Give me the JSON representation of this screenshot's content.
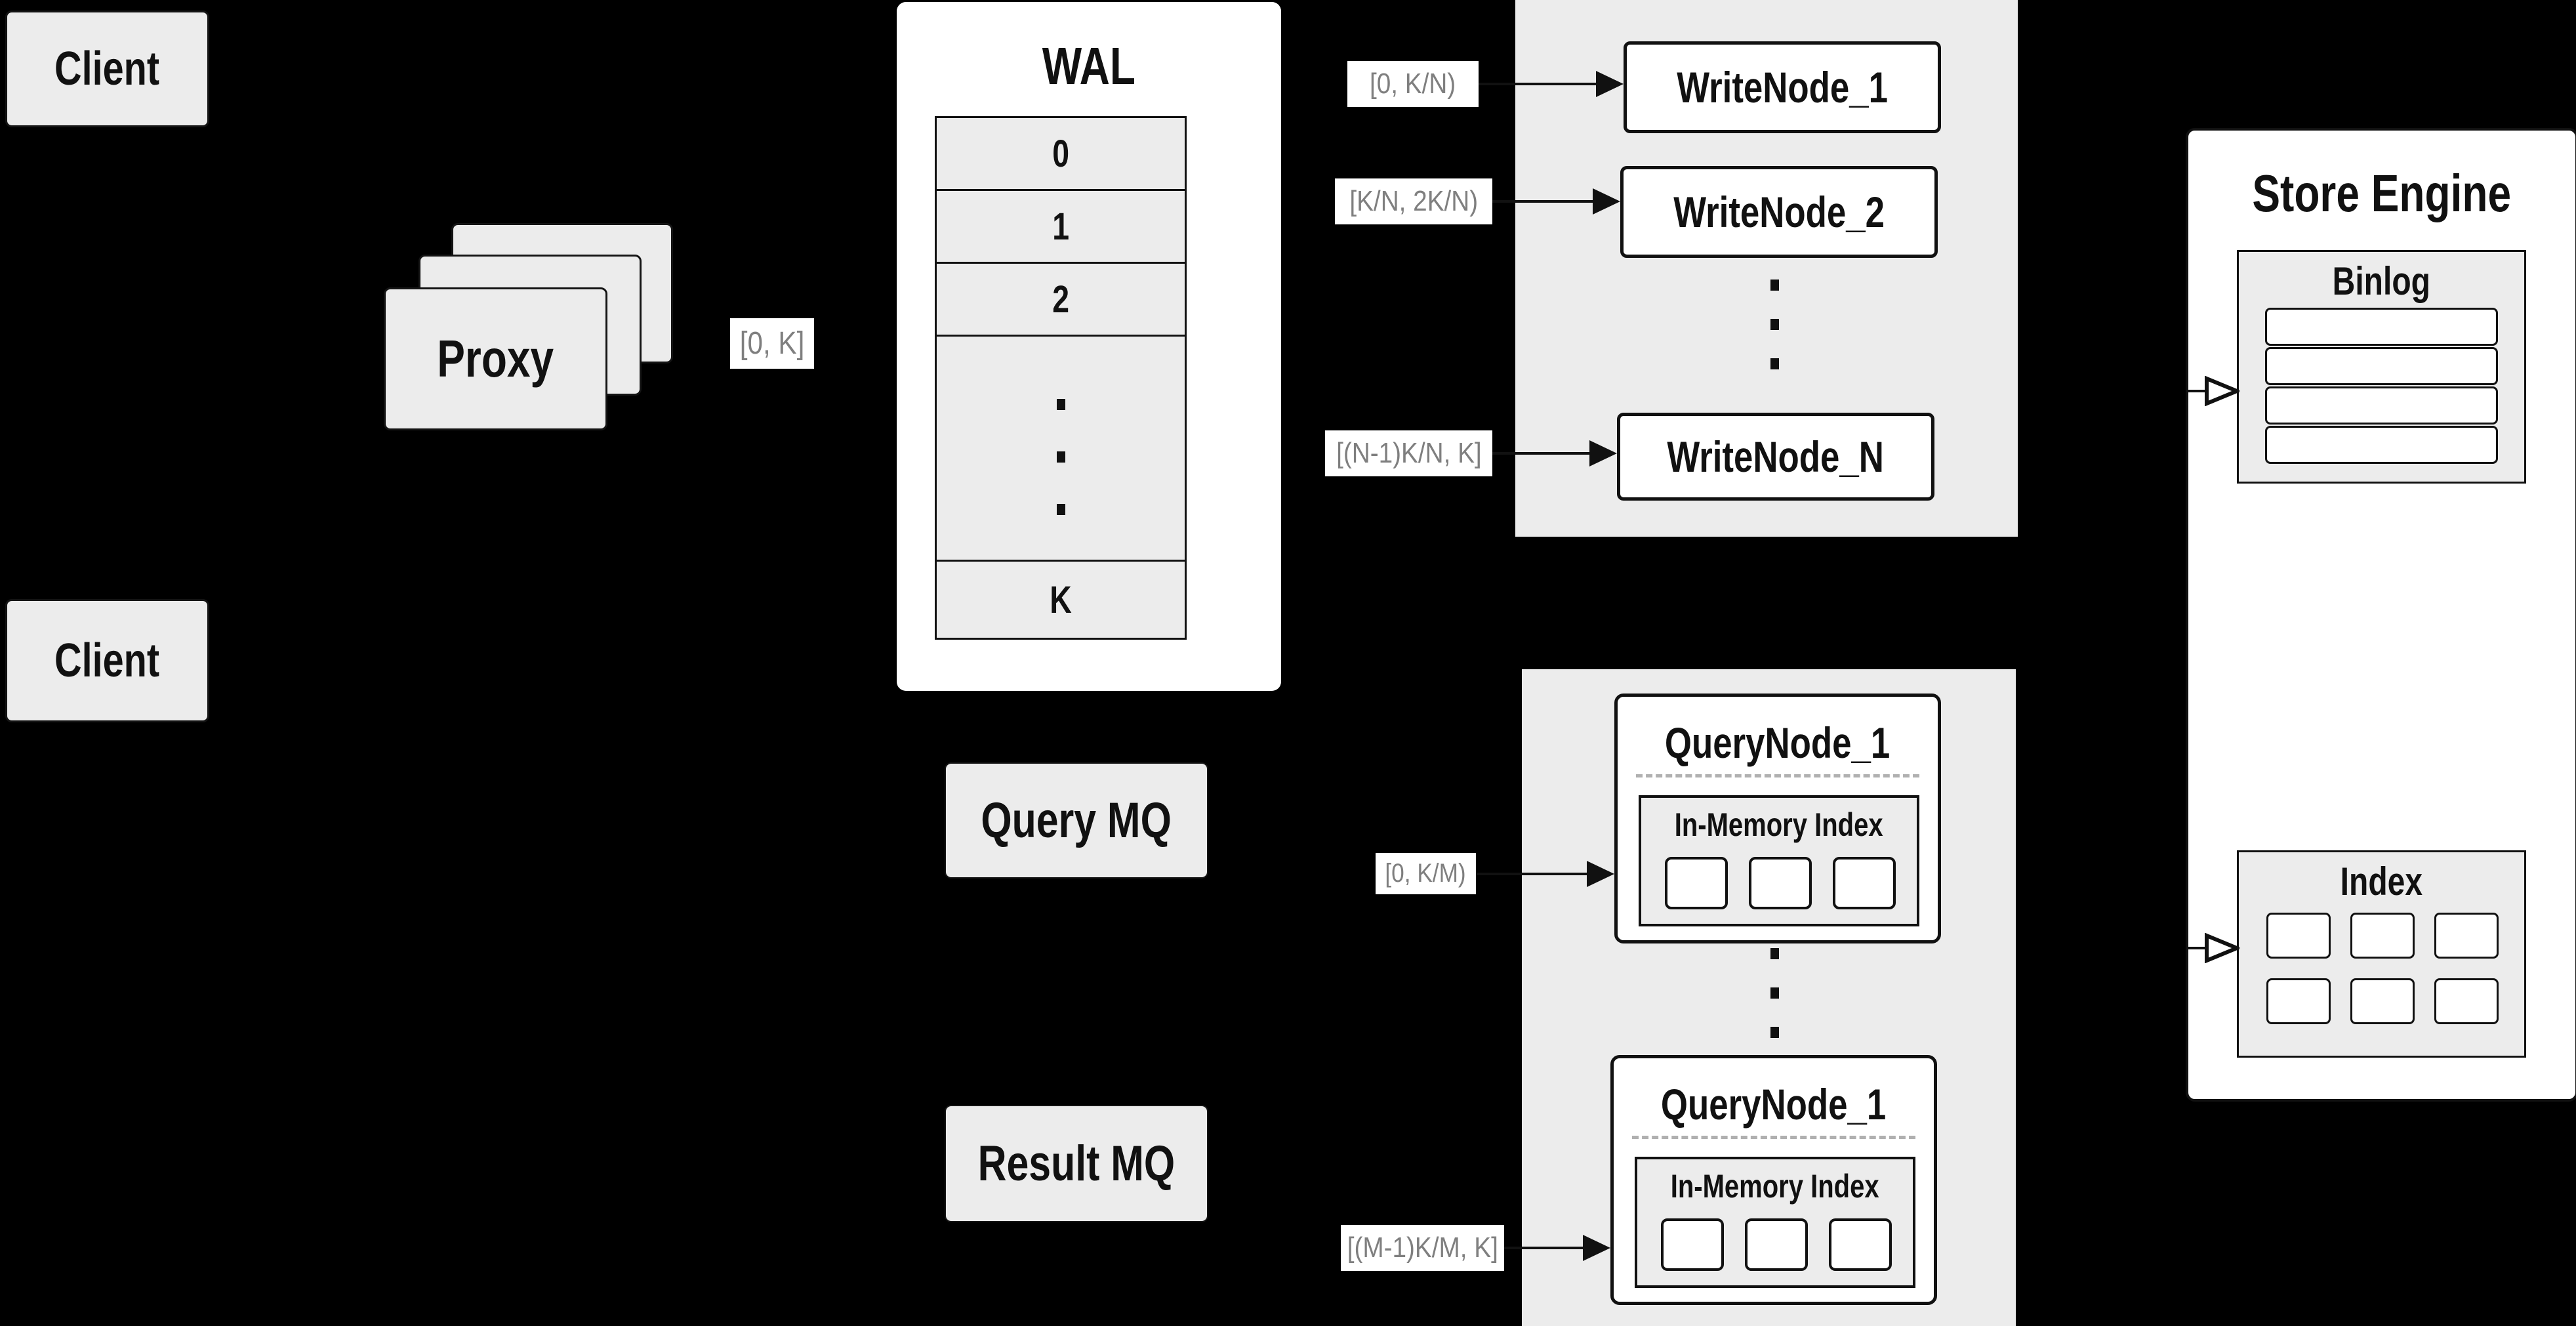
{
  "colors": {
    "background": "#000000",
    "card_gray": "#ececec",
    "node_white": "#ffffff",
    "border_black": "#111111",
    "range_label_text": "#7f7f7f",
    "dashed_divider": "#b0b0b0"
  },
  "clients": {
    "top": "Client",
    "bottom": "Client"
  },
  "proxy": {
    "title": "Proxy"
  },
  "wal": {
    "title": "WAL",
    "rows": [
      "0",
      "1",
      "2"
    ],
    "last_row": "K"
  },
  "range_labels": {
    "proxy_to_wal": "[0, K]",
    "write_node_1": "[0, K/N)",
    "write_node_2": "[K/N, 2K/N)",
    "write_node_n": "[(N-1)K/N, K]",
    "query_node_top": "[0, K/M)",
    "query_node_bottom": "[(M-1)K/M, K]"
  },
  "write_nodes": {
    "node_1": "WriteNode_1",
    "node_2": "WriteNode_2",
    "node_n": "WriteNode_N"
  },
  "message_queues": {
    "query_mq": "Query MQ",
    "result_mq": "Result MQ"
  },
  "query_nodes": {
    "top": {
      "title": "QueryNode_1",
      "inner_title": "In-Memory Index"
    },
    "bottom": {
      "title": "QueryNode_1",
      "inner_title": "In-Memory Index"
    }
  },
  "store_engine": {
    "title": "Store Engine",
    "binlog": {
      "title": "Binlog"
    },
    "index": {
      "title": "Index"
    }
  },
  "arrows": [
    {
      "label": "[0, K/N)",
      "target": "WriteNode_1",
      "style": "filled"
    },
    {
      "label": "[K/N, 2K/N)",
      "target": "WriteNode_2",
      "style": "filled"
    },
    {
      "label": "[(N-1)K/N, K]",
      "target": "WriteNode_N",
      "style": "filled"
    },
    {
      "label": "[0, K/M)",
      "target": "QueryNode_1 (top)",
      "style": "filled"
    },
    {
      "label": "[(M-1)K/M, K]",
      "target": "QueryNode_1 (bottom)",
      "style": "filled"
    },
    {
      "target": "Binlog",
      "style": "open"
    },
    {
      "target": "Index",
      "style": "open"
    }
  ]
}
